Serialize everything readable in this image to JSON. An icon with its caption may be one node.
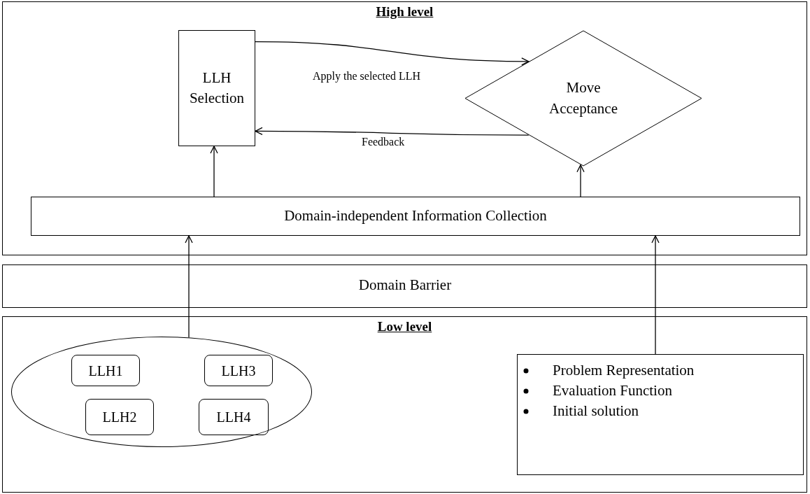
{
  "diagram": {
    "nodes": [
      {
        "text": [
          "High level"
        ]
      },
      {
        "text": [
          "LLH Selection"
        ],
        "in": 0
      },
      {
        "text": [
          "Move Acceptance"
        ],
        "in": 0
      },
      {
        "text": [
          "Domain-independent Information Collection"
        ],
        "in": 0
      },
      {
        "text": [
          "Low level"
        ]
      },
      {
        "text": [],
        "shape": "ellipse",
        "in": 4
      },
      {
        "text": [
          "LLH1"
        ],
        "in": 5
      },
      {
        "text": [
          "LLH3"
        ],
        "in": 5
      },
      {
        "text": [
          "LLH2"
        ],
        "in": 5
      },
      {
        "text": [
          "LLH4"
        ],
        "in": 5
      },
      {
        "text": [
          "Problem Representation",
          "Evaluation Function",
          "Initial solution"
        ],
        "in": 4
      }
    ],
    "edges": [
      {
        "from": 1,
        "to": 2,
        "arrow": "to",
        "label": "Apply the selected LLH"
      },
      {
        "from": 2,
        "to": 1,
        "arrow": "to",
        "label": "Feedback"
      },
      {
        "from": 3,
        "to": 1,
        "arrow": "to"
      },
      {
        "from": 3,
        "to": 2,
        "arrow": "to"
      },
      {
        "from": 5,
        "to": 3,
        "arrow": "to"
      },
      {
        "from": 10,
        "to": 3,
        "arrow": "to"
      }
    ],
    "labels": [
      "Domain Barrier"
    ]
  }
}
